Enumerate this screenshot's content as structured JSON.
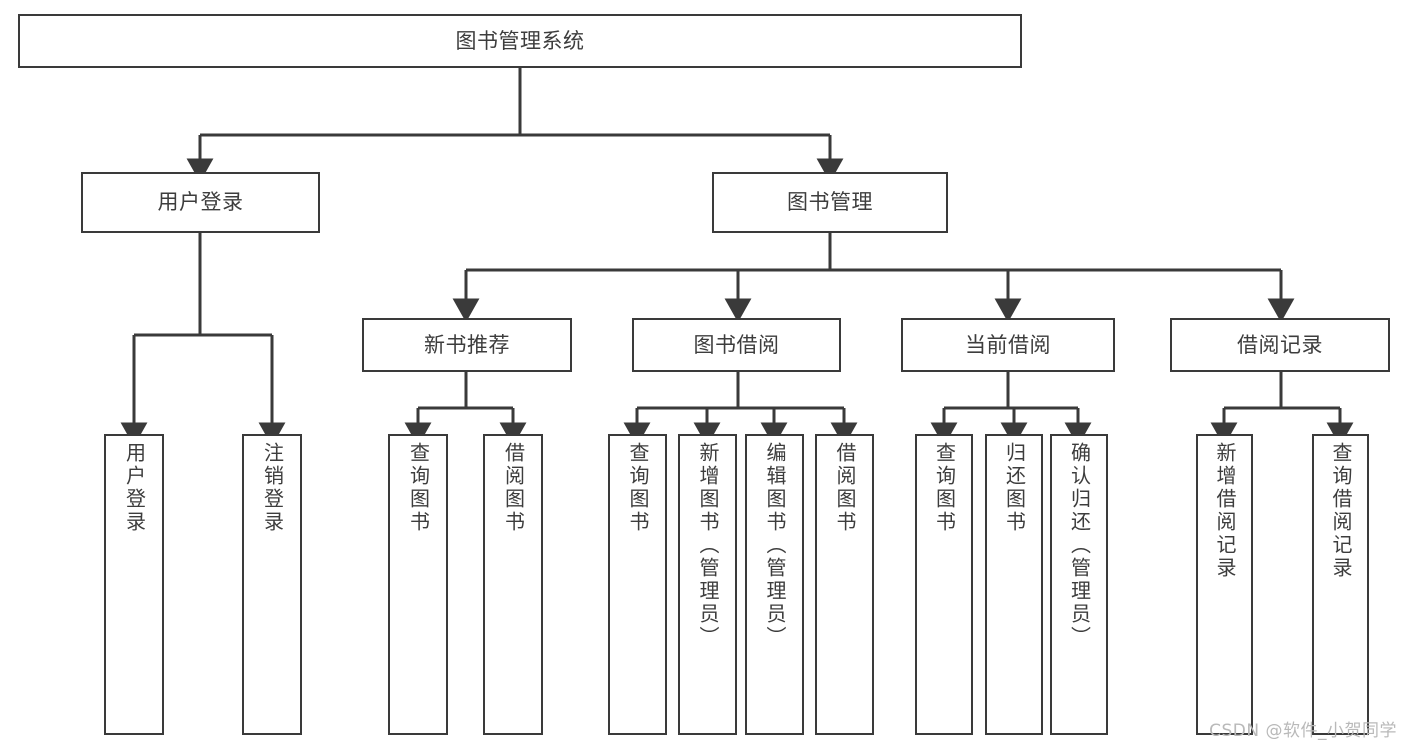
{
  "diagram": {
    "title": "图书管理系统",
    "type": "tree",
    "background_color": "#ffffff",
    "stroke_color": "#3a3a3a",
    "text_color": "#3d3d3d",
    "watermark": "CSDN @软件_小贺同学"
  },
  "nodes": {
    "root": {
      "label": "图书管理系统"
    },
    "level1": [
      {
        "id": "user-login",
        "label": "用户登录"
      },
      {
        "id": "book-manage",
        "label": "图书管理"
      }
    ],
    "level2": [
      {
        "id": "new-book-recommend",
        "label": "新书推荐"
      },
      {
        "id": "book-borrow",
        "label": "图书借阅"
      },
      {
        "id": "current-borrow",
        "label": "当前借阅"
      },
      {
        "id": "borrow-record",
        "label": "借阅记录"
      }
    ],
    "leaves": {
      "user_login": [
        {
          "id": "leaf-user-login",
          "label": "用户登录"
        },
        {
          "id": "leaf-user-logout",
          "label": "注销登录"
        }
      ],
      "new_book_recommend": [
        {
          "id": "leaf-query-book-1",
          "label": "查询图书"
        },
        {
          "id": "leaf-borrow-book-1",
          "label": "借阅图书"
        }
      ],
      "book_borrow": [
        {
          "id": "leaf-query-book-2",
          "label": "查询图书"
        },
        {
          "id": "leaf-add-book",
          "label": "新增图书（管理员）"
        },
        {
          "id": "leaf-edit-book",
          "label": "编辑图书（管理员）"
        },
        {
          "id": "leaf-borrow-book-2",
          "label": "借阅图书"
        }
      ],
      "current_borrow": [
        {
          "id": "leaf-query-book-3",
          "label": "查询图书"
        },
        {
          "id": "leaf-return-book",
          "label": "归还图书"
        },
        {
          "id": "leaf-confirm-return",
          "label": "确认归还（管理员）"
        }
      ],
      "borrow_record": [
        {
          "id": "leaf-add-record",
          "label": "新增借阅记录"
        },
        {
          "id": "leaf-query-record",
          "label": "查询借阅记录"
        }
      ]
    }
  }
}
